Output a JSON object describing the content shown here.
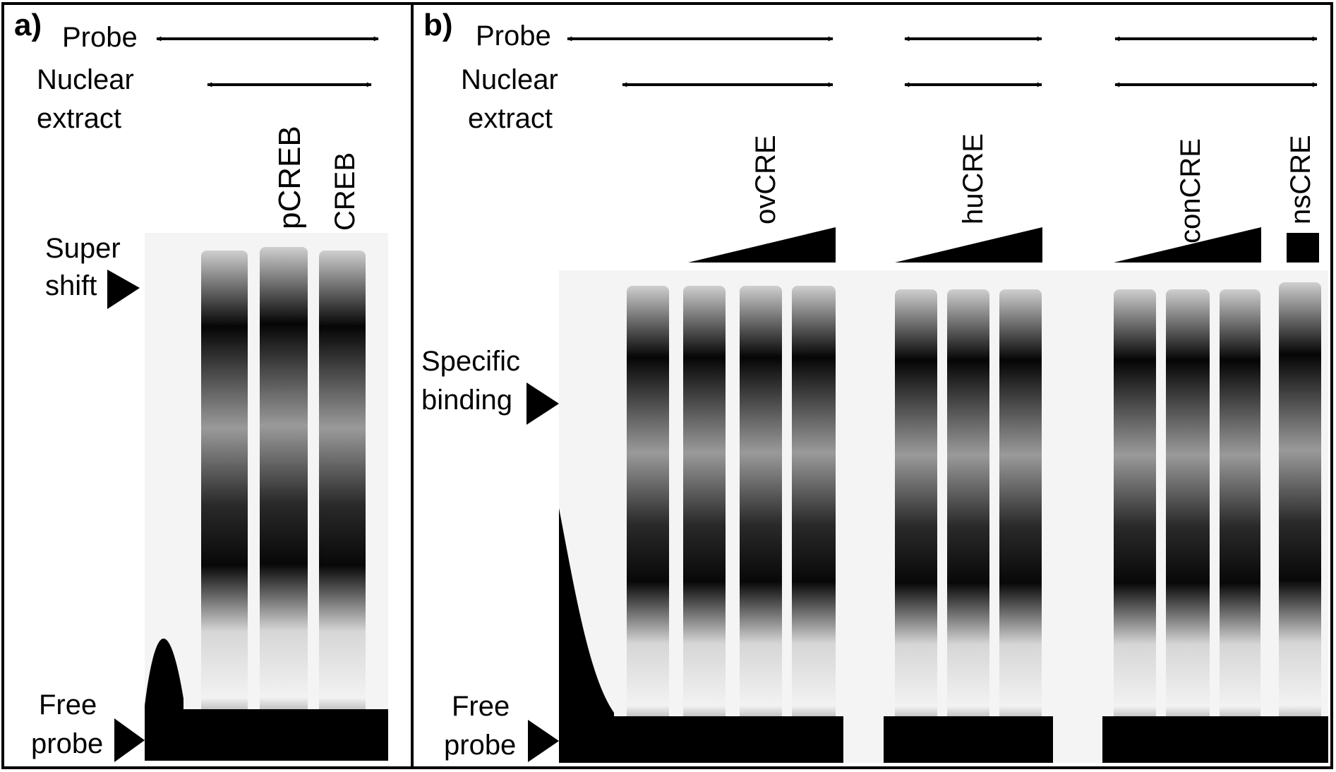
{
  "panel_a": {
    "label": "a)",
    "probe_label": "Probe",
    "nuclear_label_line1": "Nuclear",
    "nuclear_label_line2": "extract",
    "antibodies": [
      "pCREB",
      "CREB"
    ],
    "super_shift_line1": "Super",
    "super_shift_line2": "shift",
    "free_probe_line1": "Free",
    "free_probe_line2": "probe"
  },
  "panel_b": {
    "label": "b)",
    "probe_label": "Probe",
    "nuclear_label_line1": "Nuclear",
    "nuclear_label_line2": "extract",
    "competitors": [
      "ovCRE",
      "huCRE",
      "conCRE",
      "nsCRE"
    ],
    "specific_binding_line1": "Specific",
    "specific_binding_line2": "binding",
    "free_probe_line1": "Free",
    "free_probe_line2": "probe"
  },
  "colors": {
    "ink": "#000000",
    "background": "#ffffff",
    "gel_light": "#f4f4f4"
  }
}
